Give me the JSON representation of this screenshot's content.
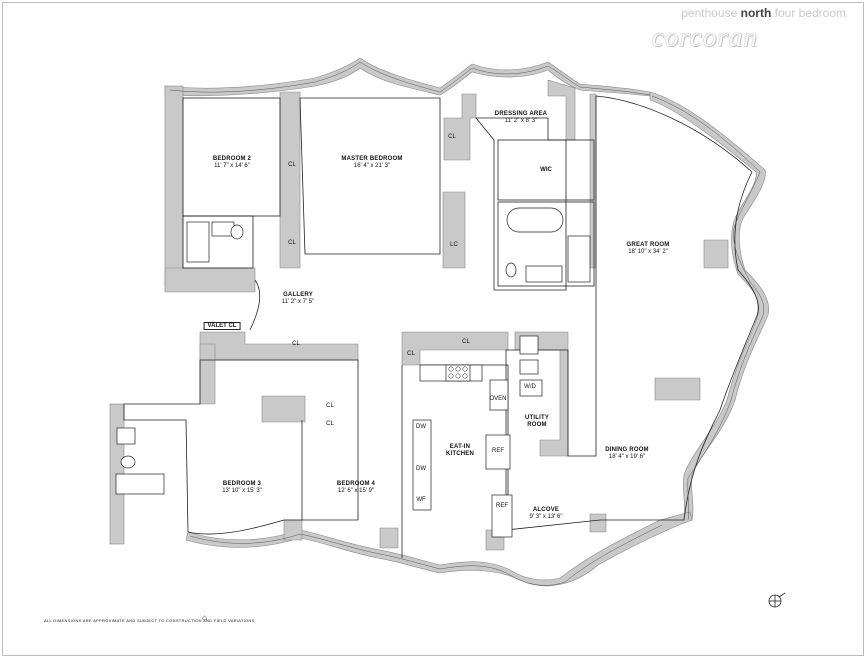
{
  "header": {
    "prefix": "penthouse",
    "emph": "north",
    "suffix": "four bedroom"
  },
  "brand": {
    "logo": "corcoran"
  },
  "rooms": {
    "bedroom2": {
      "name": "BEDROOM 2",
      "dims": "11' 7\" x 14' 6\""
    },
    "master": {
      "name": "MASTER BEDROOM",
      "dims": "16' 4\" x 21' 3\""
    },
    "dressing": {
      "name": "DRESSING AREA",
      "dims": "11' 2\" x 8' 3\""
    },
    "wic": {
      "name": "WIC"
    },
    "great": {
      "name": "GREAT ROOM",
      "dims": "18' 10\" x 34' 2\""
    },
    "gallery": {
      "name": "GALLERY",
      "dims": "11' 2\" x 7' 5\""
    },
    "valet": {
      "name": "VALET CL"
    },
    "bedroom3": {
      "name": "BEDROOM 3",
      "dims": "13' 10\" x 15' 3\""
    },
    "bedroom4": {
      "name": "BEDROOM 4",
      "dims": "12' 6\" x 15' 9\""
    },
    "kitchen": {
      "name1": "EAT-IN",
      "name2": "KITCHEN"
    },
    "utility": {
      "name1": "UTILITY",
      "name2": "ROOM"
    },
    "dining": {
      "name": "DINING ROOM",
      "dims": "18' 4\" x 19' 6\""
    },
    "alcove": {
      "name": "ALCOVE",
      "dims": "9' 3\" x 13' 6\""
    }
  },
  "fixtures": {
    "cl": "CL",
    "lc": "LC",
    "oven": "OVEN",
    "dw": "DW",
    "ref": "REF",
    "wf": "WF",
    "wd": "W/D"
  },
  "footer": {
    "disclaimer": "ALL DIMENSIONS ARE APPROXIMATE AND SUBJECT TO CONSTRUCTION AND FIELD VARIATIONS"
  },
  "colors": {
    "wall": "#c9c9c9",
    "line": "#222222"
  }
}
